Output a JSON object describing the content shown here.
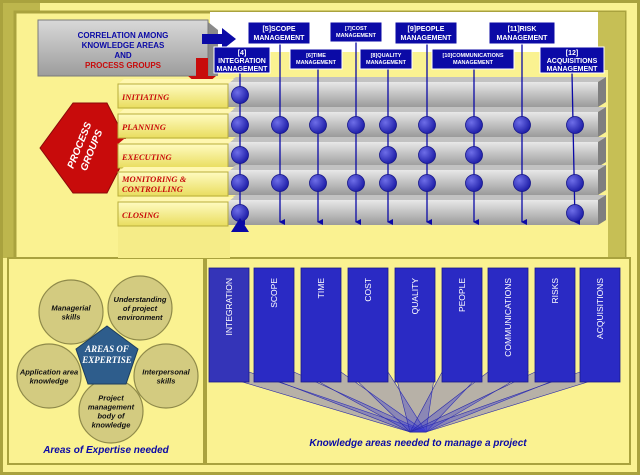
{
  "title": {
    "line1": "CORRELATION AMONG",
    "line2": "KNOWLEDGE AREAS",
    "line3": "AND",
    "line4": "PROCESS GROUPS"
  },
  "process_groups_label": {
    "line1": "PROCESS",
    "line2": "GROUPS"
  },
  "process_groups": [
    "INITIATING",
    "PLANNING",
    "EXECUTING",
    "MONITORING &|CONTROLLING",
    "CLOSING"
  ],
  "knowledge_labels": [
    {
      "num": "[4]",
      "name": "INTEGRATION|MANAGEMENT"
    },
    {
      "num": "[5]",
      "name": "SCOPE|MANAGEMENT"
    },
    {
      "num": "[6]",
      "name": "TIME|MANAGEMENT"
    },
    {
      "num": "[7]",
      "name": "COST|MANAGEMENT"
    },
    {
      "num": "[8]",
      "name": "QUALITY|MANAGEMENT"
    },
    {
      "num": "[9]",
      "name": "PEOPLE|MANAGEMENT"
    },
    {
      "num": "[10]",
      "name": "COMMUNICATIONS|MANAGEMENT"
    },
    {
      "num": "[11]",
      "name": "RISK|MANAGEMENT"
    },
    {
      "num": "[12]",
      "name": "ACQUISITIONS|MANAGEMENT"
    }
  ],
  "matrix": [
    [
      1,
      0,
      0,
      0,
      0,
      0,
      0,
      0,
      0
    ],
    [
      1,
      1,
      1,
      1,
      1,
      1,
      1,
      1,
      1
    ],
    [
      1,
      0,
      0,
      0,
      1,
      1,
      1,
      0,
      0
    ],
    [
      1,
      1,
      1,
      1,
      1,
      1,
      1,
      1,
      1
    ],
    [
      1,
      0,
      0,
      0,
      0,
      0,
      0,
      0,
      1
    ]
  ],
  "knowledge_short": [
    "INTEGRATION",
    "SCOPE",
    "TIME",
    "COST",
    "QUALITY",
    "PEOPLE",
    "COMMUNICATIONS",
    "RISKS",
    "ACQUISITIONS"
  ],
  "knowledge_caption": "Knowledge areas needed to manage a project",
  "expertise": {
    "center_line1": "AREAS OF",
    "center_line2": "EXPERTISE",
    "areas": [
      "Managerial|skills",
      "Understanding|of project|environment",
      "Interpersonal|skills",
      "Project|management|body of|knowledge",
      "Application area|knowledge"
    ],
    "caption": "Areas of Expertise needed"
  },
  "colors": {
    "olive": "#a9a23e",
    "yellow": "#faf291",
    "navy": "#0b0aa6",
    "red": "#c80b0b",
    "blue_bar": "#2a2ac4"
  }
}
